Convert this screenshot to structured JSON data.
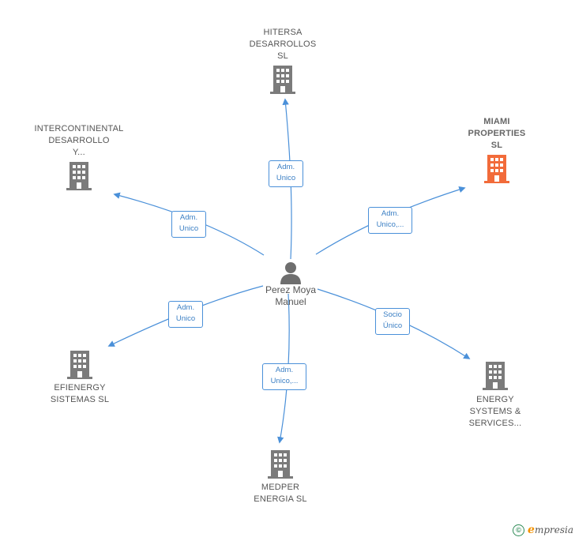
{
  "center": {
    "name": "Perez Moya\nManuel"
  },
  "companies": [
    {
      "id": "hitersa",
      "name": "HITERSA\nDESARROLLOS\nSL",
      "highlight": false
    },
    {
      "id": "miami",
      "name": "MIAMI\nPROPERTIES\nSL",
      "highlight": true
    },
    {
      "id": "intercontinental",
      "name": "INTERCONTINENTAL\nDESARROLLO\nY...",
      "highlight": false
    },
    {
      "id": "efienergy",
      "name": "EFIENERGY\nSISTEMAS  SL",
      "highlight": false
    },
    {
      "id": "medper",
      "name": "MEDPER\nENERGIA  SL",
      "highlight": false
    },
    {
      "id": "energy",
      "name": "ENERGY\nSYSTEMS &\nSERVICES...",
      "highlight": false
    }
  ],
  "relations": [
    {
      "to": "hitersa",
      "label": "Adm.\nUnico"
    },
    {
      "to": "miami",
      "label": "Adm.\nUnico,..."
    },
    {
      "to": "intercontinental",
      "label": "Adm.\nUnico"
    },
    {
      "to": "efienergy",
      "label": "Adm.\nUnico"
    },
    {
      "to": "medper",
      "label": "Adm.\nUnico,..."
    },
    {
      "to": "energy",
      "label": "Socio\nÚnico"
    }
  ],
  "colors": {
    "edge": "#4a90d9",
    "building": "#7b7b7b",
    "building_highlight": "#f26b3a",
    "person": "#6e6e6e"
  },
  "footer": {
    "copyright_symbol": "©",
    "brand_initial": "e",
    "brand_rest": "mpresia"
  }
}
